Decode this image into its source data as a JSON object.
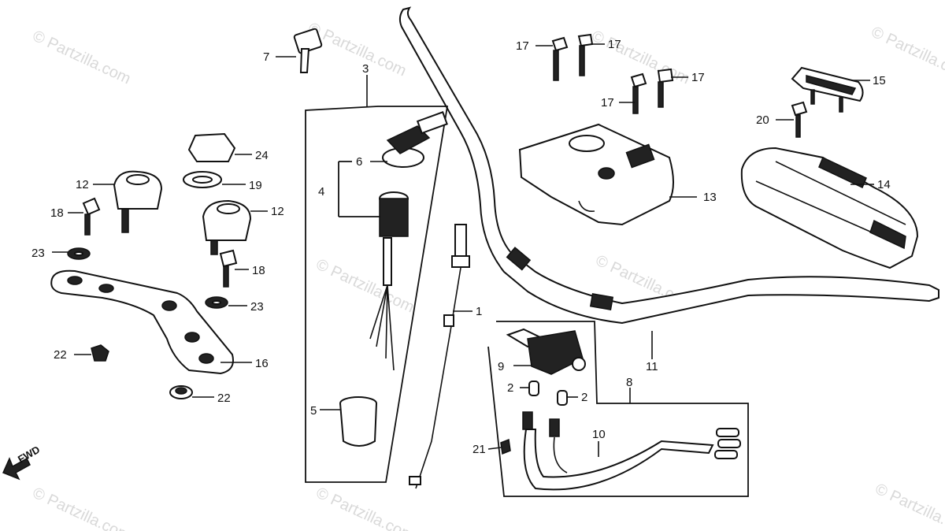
{
  "watermarks": [
    {
      "text": "© Partzilla.com"
    },
    {
      "text": "© Partzilla.com"
    },
    {
      "text": "© Partzilla.com"
    },
    {
      "text": "© Partzilla.com"
    },
    {
      "text": "© Partzilla.com"
    },
    {
      "text": "© Partzilla.com"
    },
    {
      "text": "© Partzilla.com"
    },
    {
      "text": "© Partzilla.com"
    },
    {
      "text": "© Partzilla.com"
    }
  ],
  "fwd_label": "FWD",
  "callouts": {
    "c1": "1",
    "c2a": "2",
    "c2b": "2",
    "c3": "3",
    "c4": "4",
    "c5": "5",
    "c6": "6",
    "c7": "7",
    "c8": "8",
    "c9": "9",
    "c10": "10",
    "c11": "11",
    "c12a": "12",
    "c12b": "12",
    "c13": "13",
    "c14": "14",
    "c15": "15",
    "c16": "16",
    "c17a": "17",
    "c17b": "17",
    "c17c": "17",
    "c17d": "17",
    "c18a": "18",
    "c18b": "18",
    "c19": "19",
    "c20": "20",
    "c21": "21",
    "c22a": "22",
    "c22b": "22",
    "c23a": "23",
    "c23b": "23",
    "c24": "24"
  },
  "colors": {
    "ink": "#111111",
    "background": "#ffffff",
    "watermark": "#d9d9d9"
  }
}
